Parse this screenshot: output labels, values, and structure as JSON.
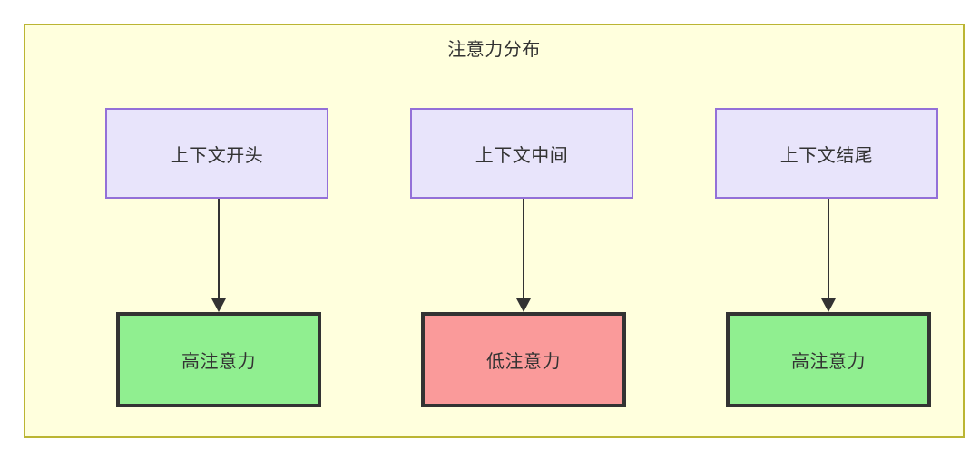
{
  "diagram": {
    "title": "注意力分布",
    "type": "flowchart",
    "colors": {
      "container_bg": "#ffffdd",
      "container_border": "#bbb533",
      "context_node_bg": "#e8e4fb",
      "context_node_border": "#9370d8",
      "high_attention_bg": "#90ef90",
      "low_attention_bg": "#fa9a9a",
      "node_border_dark": "#333333",
      "text": "#333333"
    },
    "columns": [
      {
        "context_label": "上下文开头",
        "attention_label": "高注意力",
        "attention_level": "high"
      },
      {
        "context_label": "上下文中间",
        "attention_label": "低注意力",
        "attention_level": "low"
      },
      {
        "context_label": "上下文结尾",
        "attention_label": "高注意力",
        "attention_level": "high"
      }
    ]
  }
}
